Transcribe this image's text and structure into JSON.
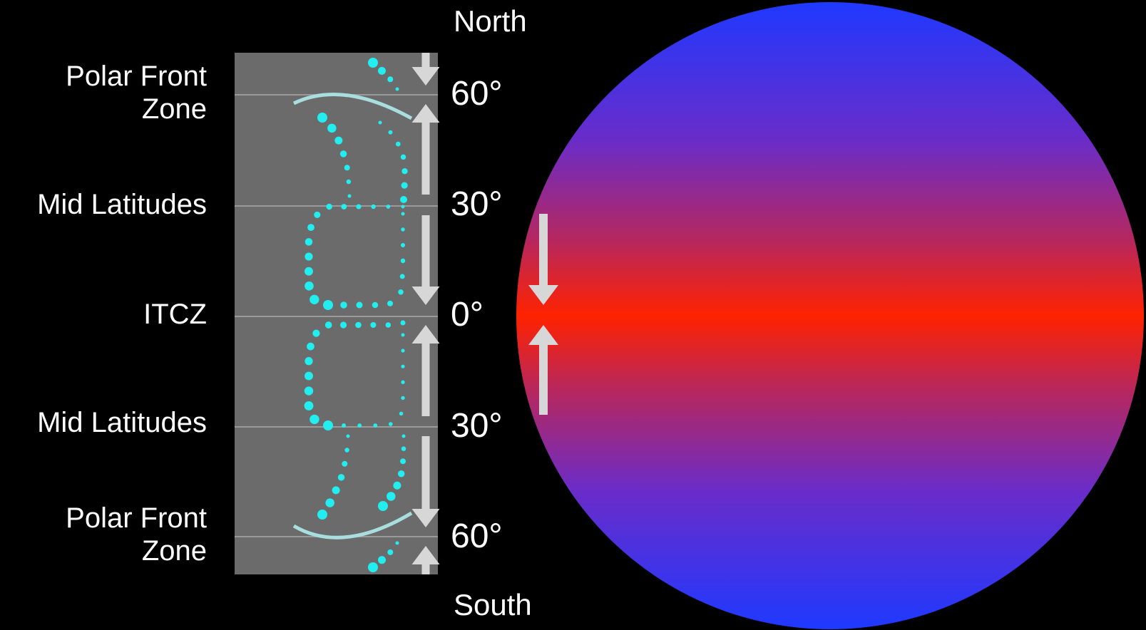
{
  "labels": {
    "north": "North",
    "south": "South",
    "polar_front_north": [
      "Polar Front",
      "Zone"
    ],
    "mid_latitudes_north": "Mid Latitudes",
    "itcz": "ITCZ",
    "mid_latitudes_south": "Mid Latitudes",
    "polar_front_south": [
      "Polar Front",
      "Zone"
    ]
  },
  "latitudes": {
    "n60": "60°",
    "n30": "30°",
    "eq": "0°",
    "s30": "30°",
    "s60": "60°"
  },
  "colors": {
    "background": "#000000",
    "panel": "#6b6b6b",
    "panel_line": "#9a9a9a",
    "cell_dots": "#22eef0",
    "front_line": "#a9dede",
    "arrows": "#d7d7d7",
    "globe_equator": "#ff2200",
    "globe_pole": "#1f39ff",
    "text": "#ffffff"
  }
}
